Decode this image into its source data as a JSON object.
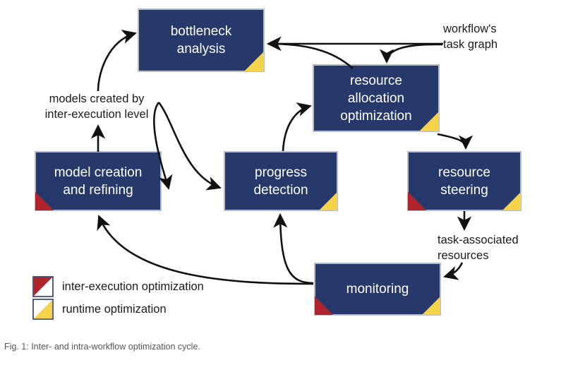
{
  "figure": {
    "caption": "Fig. 1: Inter- and intra-workflow optimization cycle.",
    "colors": {
      "box_fill": "#27396b",
      "box_stroke": "#b9bcc6",
      "inter_execution_marker": "#b0252b",
      "runtime_marker": "#f5d44c",
      "arrow": "#111111",
      "text_on_box": "#ffffff",
      "text_plain": "#1b1b1b",
      "caption_text": "#55565a",
      "background": "#ffffff"
    }
  },
  "nodes": [
    {
      "id": "bottleneck",
      "label": "bottleneck\nanalysis",
      "markers": [
        "runtime"
      ]
    },
    {
      "id": "allocation",
      "label": "resource\nallocation\noptimization",
      "markers": [
        "runtime"
      ]
    },
    {
      "id": "modelcreate",
      "label": "model creation\nand refining",
      "markers": [
        "inter-execution"
      ]
    },
    {
      "id": "progress",
      "label": "progress\ndetection",
      "markers": [
        "runtime"
      ]
    },
    {
      "id": "steering",
      "label": "resource\nsteering",
      "markers": [
        "inter-execution",
        "runtime"
      ]
    },
    {
      "id": "monitoring",
      "label": "monitoring",
      "markers": [
        "inter-execution",
        "runtime"
      ]
    }
  ],
  "annotations": [
    {
      "id": "workflow-task-graph",
      "text": "workflow's\ntask graph"
    },
    {
      "id": "models-created-by",
      "text": "models created by\ninter-execution level"
    },
    {
      "id": "task-associated",
      "text": "task-associated\nresources"
    }
  ],
  "legend": {
    "items": [
      {
        "id": "inter-execution",
        "label": "inter-execution optimization",
        "color": "#b0252b"
      },
      {
        "id": "runtime",
        "label": "runtime optimization",
        "color": "#f5d44c"
      }
    ]
  },
  "edges": [
    {
      "from": "modelcreate",
      "to": "bottleneck",
      "note": "models created by inter-execution level"
    },
    {
      "from": "bottleneck",
      "to": "modelcreate",
      "note": ""
    },
    {
      "from": "bottleneck",
      "to": "progress",
      "note": ""
    },
    {
      "from": "allocation",
      "to": "bottleneck",
      "note": ""
    },
    {
      "from": "workflow-task-graph",
      "to": "bottleneck",
      "note": ""
    },
    {
      "from": "workflow-task-graph",
      "to": "allocation",
      "note": ""
    },
    {
      "from": "progress",
      "to": "allocation",
      "note": ""
    },
    {
      "from": "allocation",
      "to": "steering",
      "note": ""
    },
    {
      "from": "steering",
      "to": "monitoring",
      "note": "task-associated resources"
    },
    {
      "from": "monitoring",
      "to": "progress",
      "note": ""
    },
    {
      "from": "monitoring",
      "to": "modelcreate",
      "note": ""
    }
  ]
}
